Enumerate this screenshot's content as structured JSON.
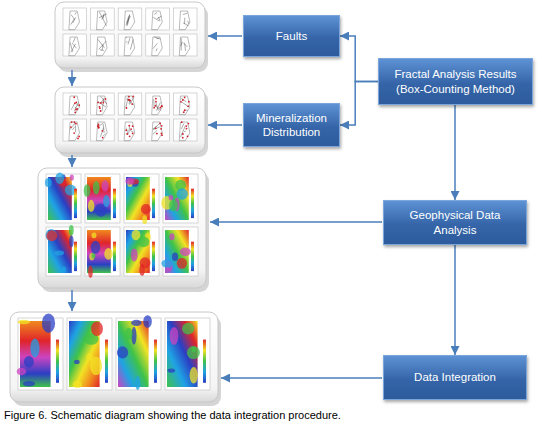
{
  "diagram": {
    "caption": "Figure 6. Schematic diagram showing the data integration procedure.",
    "nodes": [
      {
        "text": [
          "Faults"
        ]
      },
      {
        "text": [
          "Mineralization Distribution"
        ]
      },
      {
        "text": [
          "Fractal Analysis Results (Box-Counting Method)"
        ]
      },
      {
        "text": [
          "Geophysical Data Analysis"
        ]
      },
      {
        "text": [
          "Data Integration"
        ]
      }
    ],
    "edges": [
      {
        "from": 2,
        "to": 0,
        "arrow": "to"
      },
      {
        "from": 2,
        "to": 1,
        "arrow": "to"
      },
      {
        "from": 2,
        "to": 3,
        "arrow": "to"
      },
      {
        "from": 3,
        "to": 4,
        "arrow": "to"
      }
    ]
  }
}
